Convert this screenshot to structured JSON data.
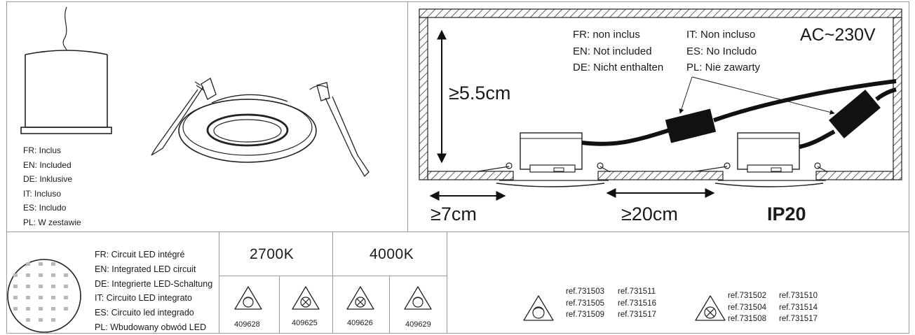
{
  "included_block": [
    "FR: Inclus",
    "EN: Included",
    "DE: Inklusive",
    "IT: Incluso",
    "ES: Includo",
    "PL: W zestawie"
  ],
  "not_included_left": [
    "FR: non inclus",
    "EN: Not included",
    "DE: Nicht enthalten"
  ],
  "not_included_right": [
    "IT: Non incluso",
    "ES: No Includo",
    "PL: Nie zawarty"
  ],
  "voltage": "AC~230V",
  "height_label": "≥5.5cm",
  "spacing_wall_label": "≥7cm",
  "spacing_between_label": "≥20cm",
  "ip_rating": "IP20",
  "led_block": [
    "FR: Circuit LED intégré",
    "EN: Integrated LED circuit",
    "DE: Integrierte LED-Schaltung",
    "IT: Circuito LED integrato",
    "ES: Circuito led integrado",
    "PL: Wbudowany obwód LED"
  ],
  "color_temps": [
    {
      "label": "2700K",
      "codes": [
        "409628",
        "409625"
      ]
    },
    {
      "label": "4000K",
      "codes": [
        "409626",
        "409629"
      ]
    }
  ],
  "refs_dimmable": [
    "ref.731503",
    "ref.731505",
    "ref.731509",
    "ref.731511",
    "ref.731516",
    "ref.731517"
  ],
  "refs_non_dimmable": [
    "ref.731502",
    "ref.731504",
    "ref.731508",
    "ref.731510",
    "ref.731514",
    "ref.731517"
  ],
  "icons": [
    "pendant-driver-icon",
    "recessed-spotlight-icon",
    "led-circuit-icon",
    "dimmable-icon",
    "non-dimmable-icon"
  ]
}
